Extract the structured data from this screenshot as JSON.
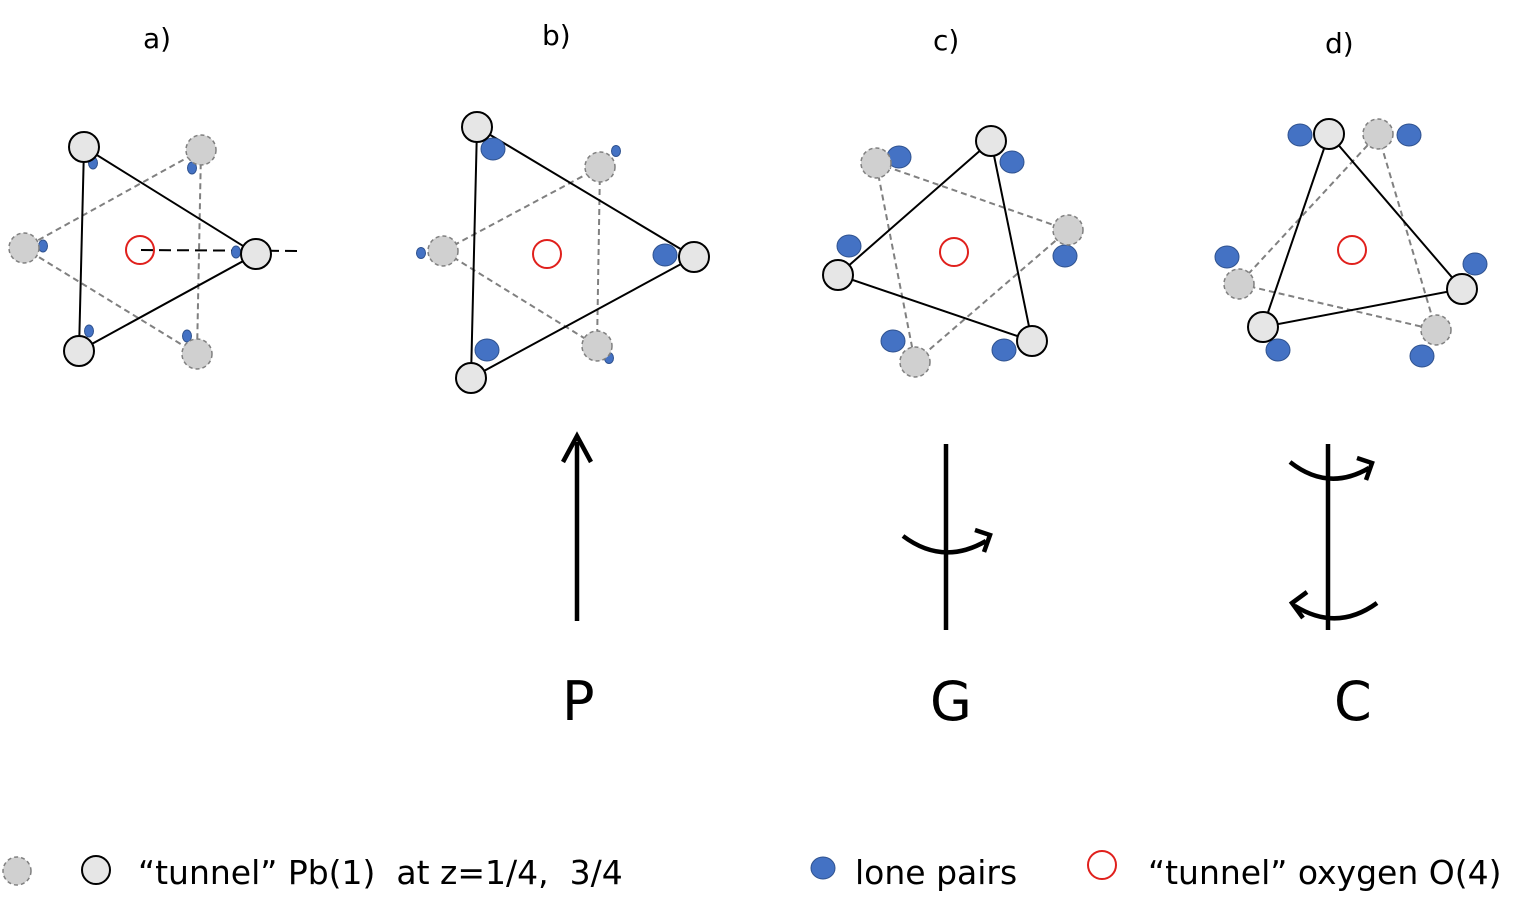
{
  "panels": [
    {
      "id": "a",
      "label": "a)"
    },
    {
      "id": "b",
      "label": "b)"
    },
    {
      "id": "c",
      "label": "c)"
    },
    {
      "id": "d",
      "label": "d)"
    }
  ],
  "symbols": {
    "P": "P",
    "G": "G",
    "C": "C"
  },
  "legend": {
    "tunnel_pb": "“tunnel” Pb(1)  at z=1/4,  3/4",
    "lone_pairs": "lone pairs",
    "tunnel_oxygen": "“tunnel” oxygen O(4)"
  },
  "colors": {
    "lone_pair": "#4472c4",
    "lone_pair_stroke": "#2f528f",
    "atom_fill": "#e6e6e6",
    "atom_dashed_fill": "#d0d0d0",
    "oxygen": "#e0201c",
    "line": "#000000",
    "dashed_line": "#808080"
  }
}
